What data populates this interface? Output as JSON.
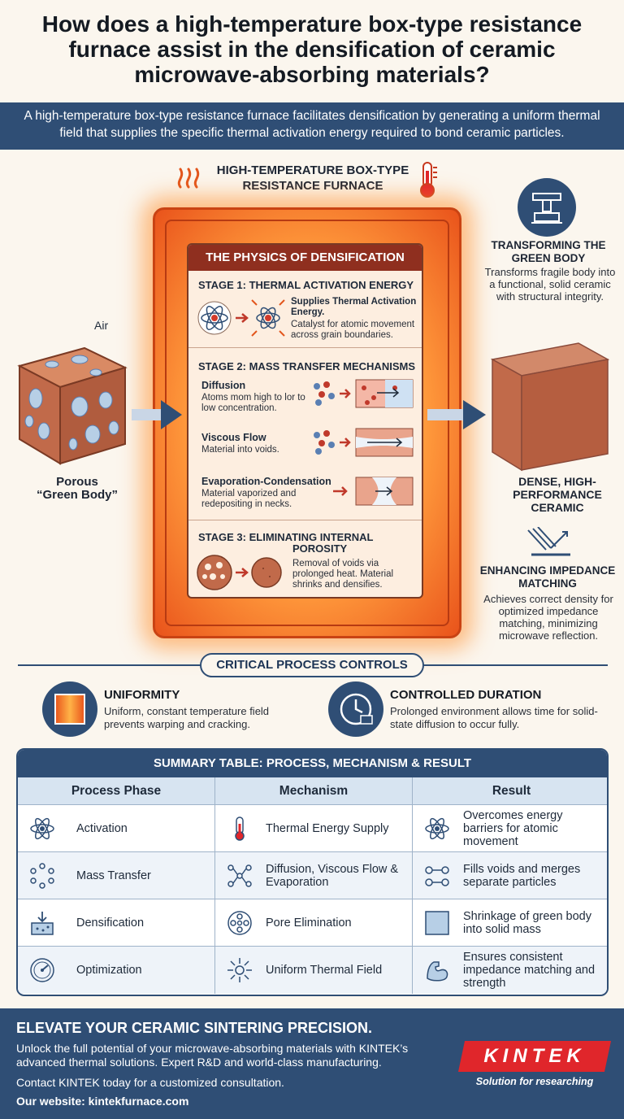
{
  "title": "How does a high-temperature box-type resistance furnace assist in the densification of ceramic microwave-absorbing materials?",
  "intro": "A high-temperature box-type resistance furnace facilitates densification by generating a uniform thermal field that supplies the specific thermal activation energy required to bond ceramic particles.",
  "furnace": {
    "heading": "HIGH-TEMPERATURE BOX-TYPE RESISTANCE FURNACE",
    "physics_title": "THE PHYSICS OF DENSIFICATION",
    "stage1": {
      "title": "STAGE 1: THERMAL ACTIVATION ENERGY",
      "bold": "Supplies Thermal Activation Energy.",
      "text": "Catalyst for atomic movement across grain boundaries."
    },
    "stage2": {
      "title": "STAGE 2: MASS TRANSFER MECHANISMS",
      "mechanisms": [
        {
          "name": "Diffusion",
          "text": "Atoms mom high to lor to low concentration."
        },
        {
          "name": "Viscous Flow",
          "text": "Material into voids."
        },
        {
          "name": "Evaporation-Condensation",
          "text": "Material vaporized and redepositing in necks."
        }
      ]
    },
    "stage3": {
      "title_line1": "STAGE 3: ELIMINATING INTERNAL",
      "title_line2": "POROSITY",
      "text": "Removal of voids via prolonged heat. Material shrinks and densifies."
    }
  },
  "left": {
    "air_label": "Air",
    "caption_line1": "Porous",
    "caption_line2": "“Green Body”"
  },
  "right": {
    "transform_head": "TRANSFORMING THE GREEN BODY",
    "transform_text": "Transforms fragile body into a functional, solid ceramic with structural integrity.",
    "dense_head": "DENSE, HIGH-PERFORMANCE CERAMIC",
    "impedance_head": "ENHANCING IMPEDANCE MATCHING",
    "impedance_text": "Achieves correct density for optimized impedance matching, minimizing microwave reflection."
  },
  "controls": {
    "title": "CRITICAL PROCESS CONTROLS",
    "items": [
      {
        "head": "UNIFORMITY",
        "text": "Uniform, constant temperature field prevents warping and cracking."
      },
      {
        "head": "CONTROLLED DURATION",
        "text": "Prolonged environment allows time for solid-state diffusion to occur fully."
      }
    ]
  },
  "table": {
    "title": "SUMMARY TABLE: PROCESS, MECHANISM & RESULT",
    "headers": [
      "Process Phase",
      "Mechanism",
      "Result"
    ],
    "rows": [
      {
        "phase": "Activation",
        "mechanism": "Thermal Energy Supply",
        "result": "Overcomes energy barriers for atomic movement"
      },
      {
        "phase": "Mass Transfer",
        "mechanism": "Diffusion, Viscous Flow & Evaporation",
        "result": "Fills voids and merges separate particles"
      },
      {
        "phase": "Densification",
        "mechanism": "Pore Elimination",
        "result": "Shrinkage of green body into solid mass"
      },
      {
        "phase": "Optimization",
        "mechanism": "Uniform Thermal Field",
        "result": "Ensures consistent impedance matching and strength"
      }
    ]
  },
  "footer": {
    "head": "ELEVATE YOUR CERAMIC SINTERING PRECISION.",
    "text": "Unlock the full potential of your microwave-absorbing materials with KINTEK’s advanced thermal solutions. Expert R&D and world-class manufacturing.",
    "contact": "Contact KINTEK today for a customized consultation.",
    "website": "Our website: kintekfurnace.com",
    "logo": "KINTEK",
    "tagline": "Solution for researching"
  },
  "colors": {
    "navy": "#2f4e75",
    "furnace_orange": "#ff9a3c",
    "furnace_red": "#e9531b",
    "ceramic_brown": "#c16a4a",
    "brand_red": "#e0262b"
  }
}
